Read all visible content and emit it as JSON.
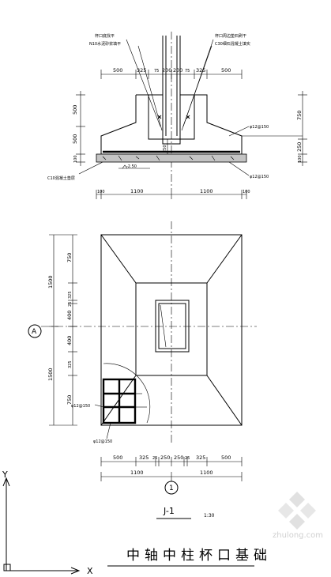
{
  "section": {
    "callouts": [
      "杯口底找平",
      "N10水泥砂浆填平",
      "杯口周边垫石刷干",
      "C30细石混凝土填实"
    ],
    "top_dims": [
      "500",
      "325",
      "75",
      "200",
      "200",
      "75",
      "325",
      "500"
    ],
    "left_dims": [
      "500",
      "500",
      "100"
    ],
    "right_dims": [
      "750",
      "250",
      "100"
    ],
    "inner_dim": "250",
    "rebar": [
      "φ12@150",
      "φ12@150"
    ],
    "elevation": "-2.50",
    "base_label": "C10混凝土垫层",
    "bottom_dims": [
      "100",
      "1100",
      "1100",
      "100"
    ]
  },
  "plan": {
    "left_dims": [
      "750",
      "1500",
      "325",
      "25",
      "400",
      "400",
      "325",
      "1500",
      "750"
    ],
    "axis_a": "A",
    "rebar": [
      "φ12@150",
      "φ12@150"
    ],
    "bottom_dims_1": [
      "500",
      "325",
      "25",
      "250",
      "250",
      "25",
      "325",
      "500"
    ],
    "bottom_dims_2": [
      "1100",
      "1100"
    ],
    "axis_1": "1"
  },
  "label": {
    "name": "J-1",
    "scale": "1:30"
  },
  "title": "中轴中柱杯口基础",
  "ucs": {
    "x": "X",
    "y": "Y"
  },
  "watermark": "zhulong.com"
}
